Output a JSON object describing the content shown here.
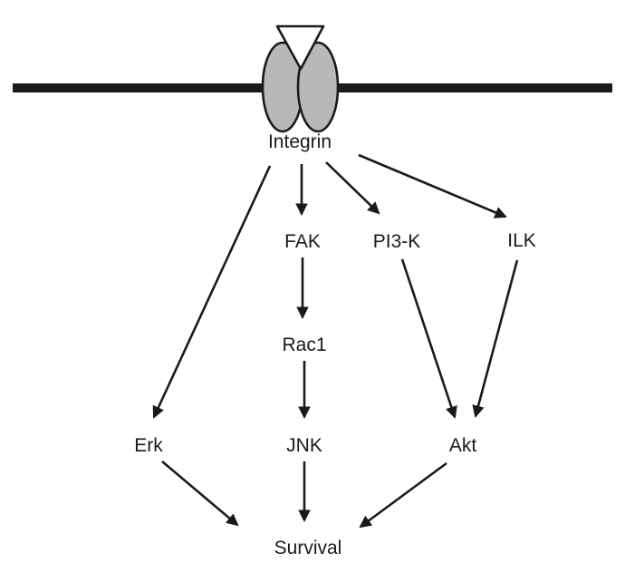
{
  "diagram": {
    "type": "signaling-pathway",
    "nodes": {
      "integrin": "Integrin",
      "fak": "FAK",
      "pi3k": "PI3-K",
      "ilk": "ILK",
      "rac1": "Rac1",
      "erk": "Erk",
      "jnk": "JNK",
      "akt": "Akt",
      "survival": "Survival"
    },
    "edges": [
      {
        "from": "Integrin",
        "to": "FAK"
      },
      {
        "from": "Integrin",
        "to": "Erk"
      },
      {
        "from": "Integrin",
        "to": "PI3-K"
      },
      {
        "from": "Integrin",
        "to": "ILK"
      },
      {
        "from": "FAK",
        "to": "Rac1"
      },
      {
        "from": "Rac1",
        "to": "JNK"
      },
      {
        "from": "PI3-K",
        "to": "Akt"
      },
      {
        "from": "ILK",
        "to": "Akt"
      },
      {
        "from": "Erk",
        "to": "Survival"
      },
      {
        "from": "JNK",
        "to": "Survival"
      },
      {
        "from": "Akt",
        "to": "Survival"
      }
    ],
    "colors": {
      "receptor_fill": "#b8b8b8",
      "ligand_fill": "#ffffff",
      "line": "#1a1a1a",
      "background": "#ffffff"
    }
  }
}
